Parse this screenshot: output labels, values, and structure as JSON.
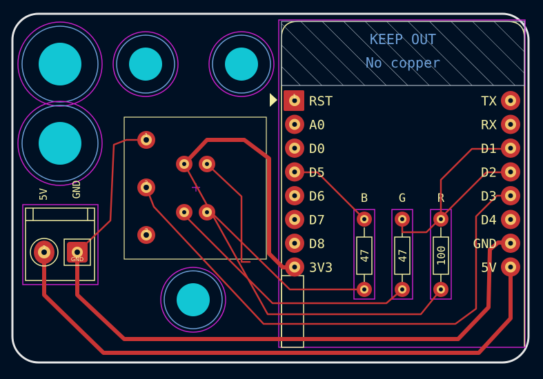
{
  "keepout": {
    "title": "KEEP OUT",
    "subtitle": "No copper"
  },
  "header_left": {
    "labels": [
      "RST",
      "A0",
      "D0",
      "D5",
      "D6",
      "D7",
      "D8",
      "3V3"
    ],
    "pin1": "1"
  },
  "header_right": {
    "labels": [
      "TX",
      "RX",
      "D1",
      "D2",
      "D3",
      "D4",
      "GND",
      "5V"
    ]
  },
  "terminal": {
    "silk_labels": [
      "5V",
      "GND"
    ],
    "pad_labels": [
      "2",
      "GND"
    ]
  },
  "resistors": [
    {
      "id": "B",
      "value": "47"
    },
    {
      "id": "G",
      "value": "47"
    },
    {
      "id": "R",
      "value": "100"
    }
  ],
  "led": {
    "pad_labels": [
      "1",
      "2",
      "3"
    ]
  },
  "colors": {
    "board_bg": "#001023",
    "outline": "#e6e6e6",
    "silkscreen": "#f2eda1",
    "copper": "#c83434",
    "drill": "#12c6d4",
    "courtyard": "#c81fc8",
    "keepout": "#6ea0d8"
  }
}
